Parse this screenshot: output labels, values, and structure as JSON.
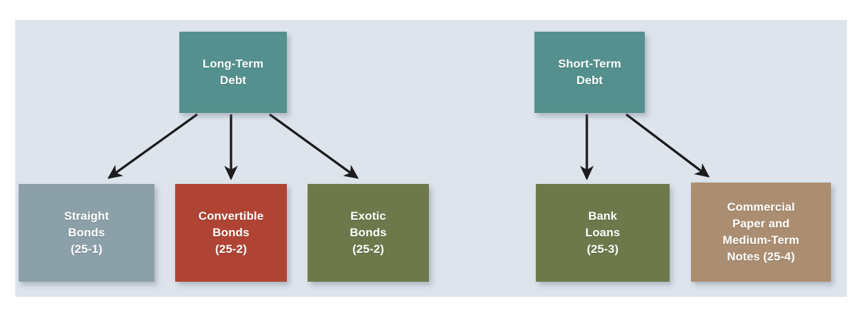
{
  "figure": {
    "panel_background": "#dde4ec",
    "page_background": "#ffffff",
    "arrow_color": "#1c1c1c"
  },
  "diagram": {
    "type": "hierarchy-tree",
    "nodes": [
      {
        "id": "long-term-debt",
        "label": "Long-Term\nDebt",
        "color": "#54908d",
        "level": 1
      },
      {
        "id": "short-term-debt",
        "label": "Short-Term\nDebt",
        "color": "#54908d",
        "level": 1
      },
      {
        "id": "straight-bonds",
        "label": "Straight\nBonds\n(25-1)",
        "color": "#8ca0a9",
        "level": 2
      },
      {
        "id": "convertible-bonds",
        "label": "Convertible\nBonds\n(25-2)",
        "color": "#b04434",
        "level": 2
      },
      {
        "id": "exotic-bonds",
        "label": "Exotic\nBonds\n(25-2)",
        "color": "#6d794b",
        "level": 2
      },
      {
        "id": "bank-loans",
        "label": "Bank\nLoans\n(25-3)",
        "color": "#6d794b",
        "level": 2
      },
      {
        "id": "commercial-paper",
        "label": "Commercial\nPaper and\nMedium-Term\nNotes (25-4)",
        "color": "#ab8e71",
        "level": 2
      }
    ],
    "edges": [
      {
        "from": "long-term-debt",
        "to": "straight-bonds"
      },
      {
        "from": "long-term-debt",
        "to": "convertible-bonds"
      },
      {
        "from": "long-term-debt",
        "to": "exotic-bonds"
      },
      {
        "from": "short-term-debt",
        "to": "bank-loans"
      },
      {
        "from": "short-term-debt",
        "to": "commercial-paper"
      }
    ]
  }
}
